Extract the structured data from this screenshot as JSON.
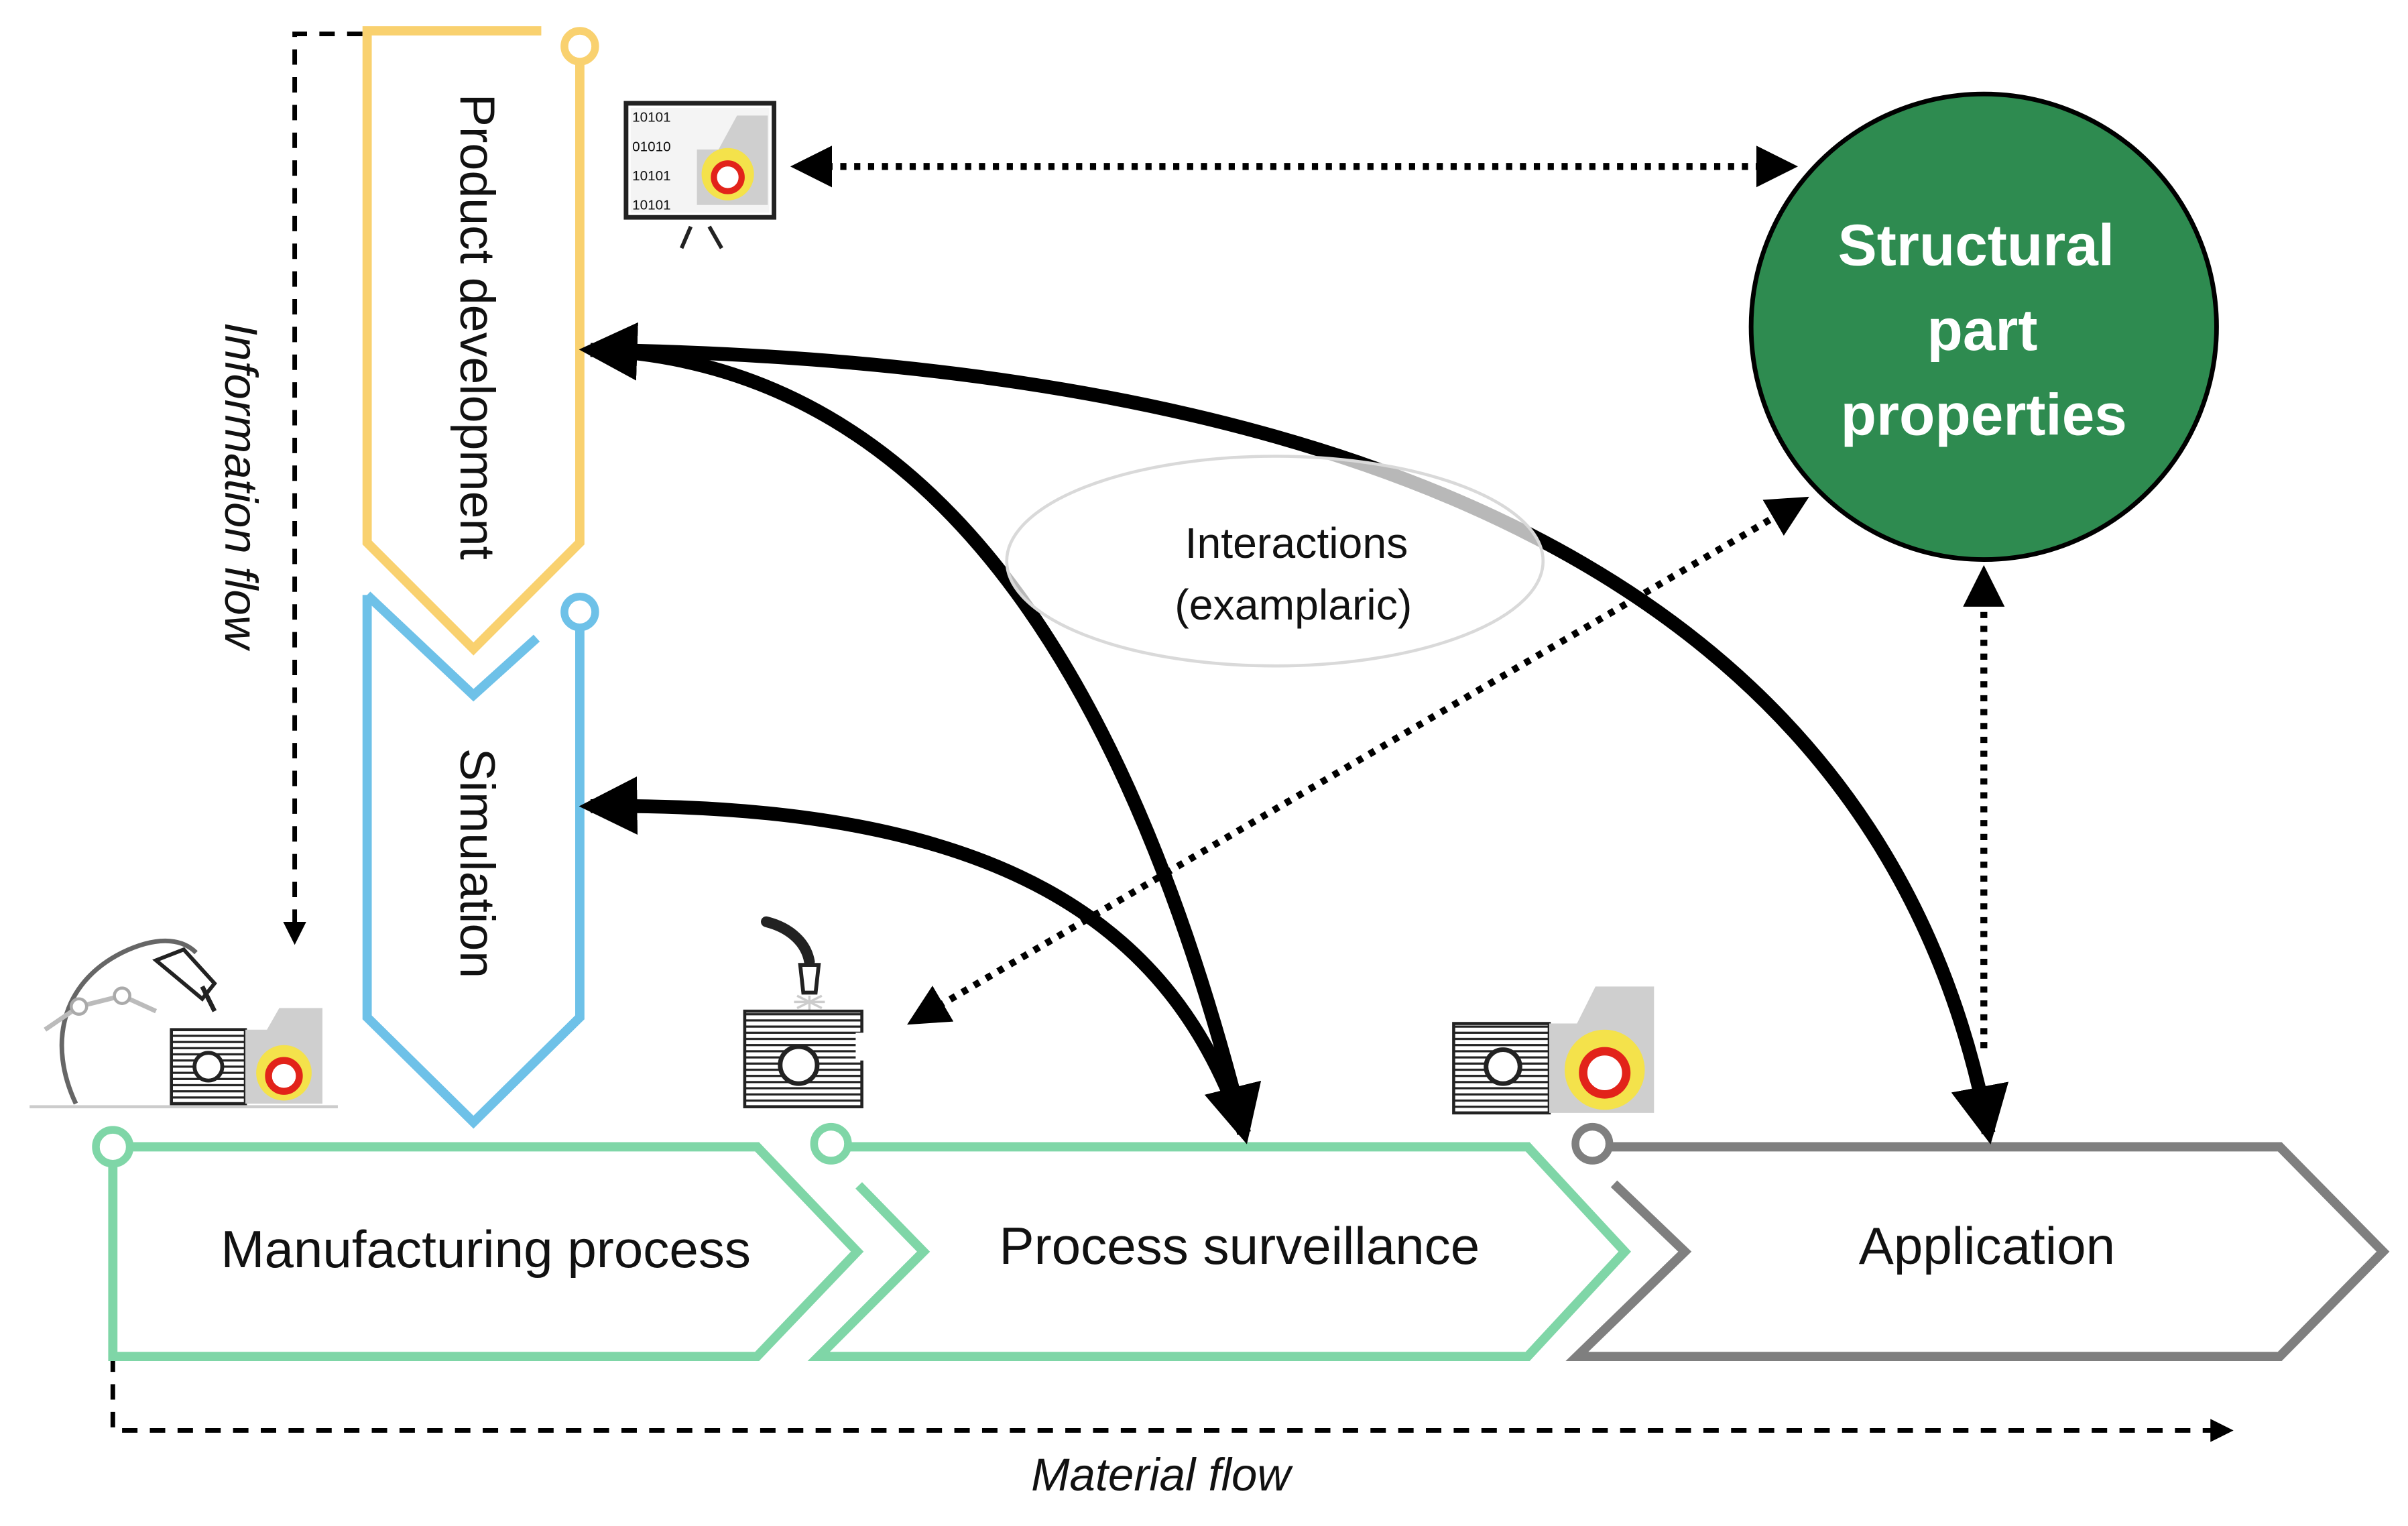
{
  "stages": {
    "product_development": "Product development",
    "simulation": "Simulation",
    "manufacturing_process": "Manufacturing process",
    "process_surveillance": "Process surveillance",
    "application": "Application"
  },
  "target": {
    "line1": "Structural",
    "line2": "part",
    "line3": "properties"
  },
  "interactions": {
    "line1": "Interactions",
    "line2": "(examplaric)"
  },
  "axes": {
    "information_flow": "Information flow",
    "material_flow": "Material flow"
  },
  "screen_bits": [
    "10101",
    "01010",
    "10101",
    "10101"
  ],
  "colors": {
    "product_development": "#F9D16F",
    "simulation": "#6EC1E8",
    "manufacturing": "#7FD6A7",
    "application": "#7F7F7F",
    "target_circle": "#2E8B50",
    "interaction_arrows": "#000000",
    "part_hotspot": "#F7E33C",
    "part_ring": "#E2231A"
  },
  "icons": {
    "simulation_screen": "monitor-part-icon",
    "robot_welding": "robot-arm-icon",
    "welding_torch": "welding-torch-icon",
    "finished_part": "structural-part-icon"
  }
}
